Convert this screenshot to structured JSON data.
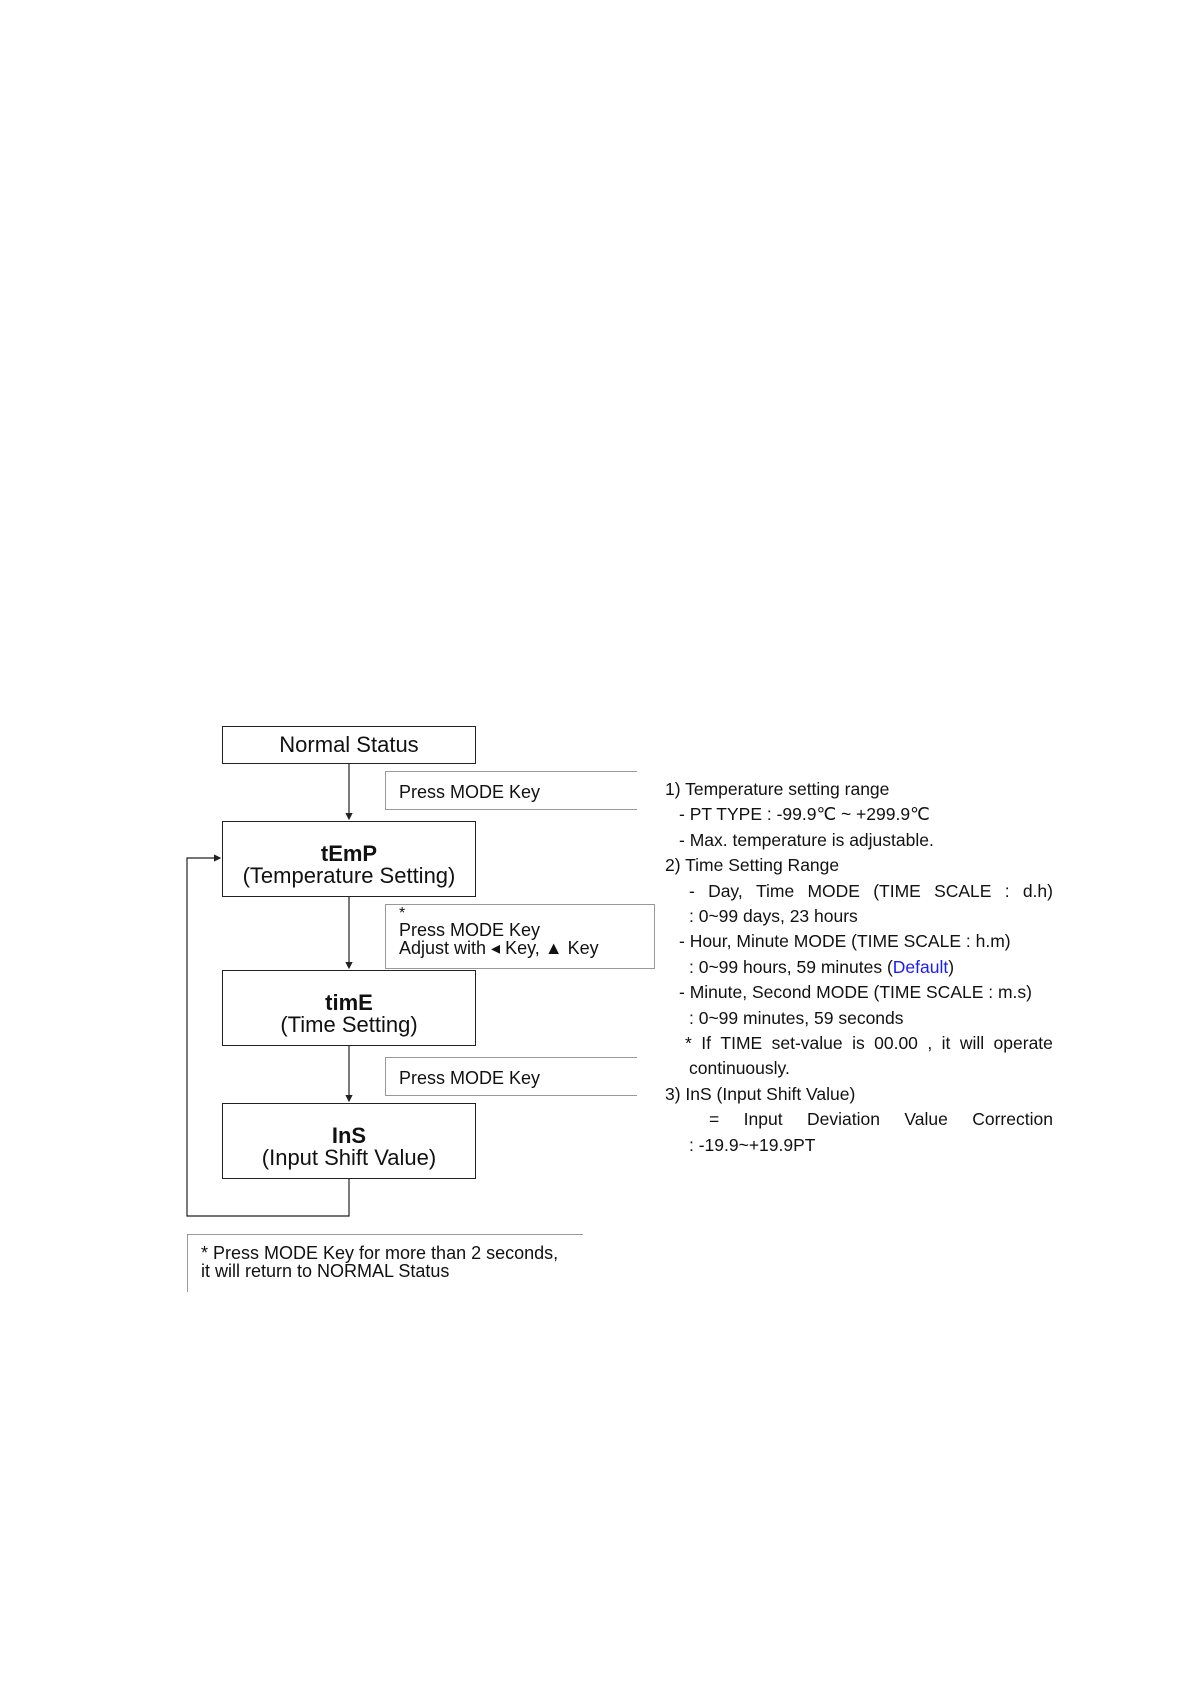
{
  "flowchart": {
    "normal_status": "Normal Status",
    "temp_title": "tEmP",
    "temp_sub": "(Temperature Setting)",
    "time_title": "timE",
    "time_sub": "(Time Setting)",
    "ins_title": "InS",
    "ins_sub": "(Input Shift Value)",
    "note_press_1": "Press MODE Key",
    "note_asterisk": "*",
    "note_press_2": "Press MODE Key",
    "note_adjust": "Adjust with ◂ Key, ▲ Key",
    "note_press_3": "Press MODE Key",
    "footer_line1": "* Press MODE Key for more than 2 seconds,",
    "footer_line2": "it will return to NORMAL Status"
  },
  "specs": {
    "s1_title": "1) Temperature setting range",
    "s1_pt": "- PT TYPE : -99.9℃ ~ +299.9℃",
    "s1_max": "- Max. temperature is adjustable.",
    "s2_title": "2) Time Setting Range",
    "s2_day_words": [
      "-",
      "Day,",
      "Time",
      "MODE",
      "(TIME",
      "SCALE",
      ":",
      "d.h)"
    ],
    "s2_day_range": ": 0~99 days, 23 hours",
    "s2_hour": "- Hour, Minute MODE (TIME SCALE : h.m)",
    "s2_hour_range_pre": ": 0~99 hours, 59 minutes (",
    "s2_hour_range_default": "Default",
    "s2_hour_range_post": ")",
    "s2_min": "- Minute, Second MODE (TIME SCALE : m.s)",
    "s2_min_range": ": 0~99 minutes, 59 seconds",
    "s2_note_words": [
      "*",
      "If",
      "TIME",
      "set-value",
      "is",
      "00.00",
      ",",
      "it",
      "will",
      "operate"
    ],
    "s2_note_cont": "continuously.",
    "s3_title": "3) InS (Input Shift Value)",
    "s3_words": [
      "=",
      "Input",
      "Deviation",
      "Value",
      "Correction"
    ],
    "s3_range": ": -19.9~+19.9PT"
  },
  "colors": {
    "line": "#222222",
    "note_border": "#999999",
    "default_link": "#1a1aff"
  }
}
